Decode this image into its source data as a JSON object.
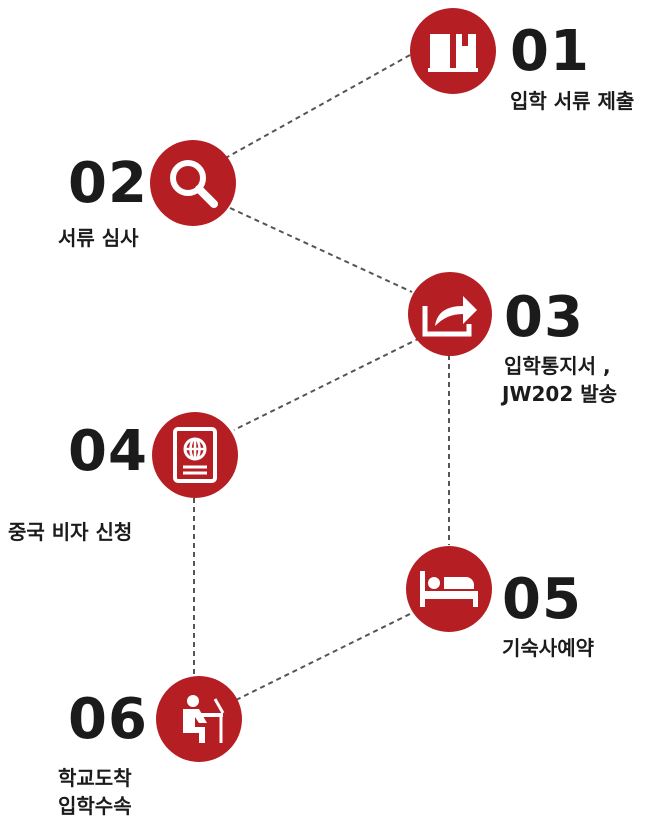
{
  "steps": [
    {
      "number": "01",
      "label": "입학 서류 제출",
      "icon": "book-icon"
    },
    {
      "number": "02",
      "label": "서류 심사",
      "icon": "magnifier-icon"
    },
    {
      "number": "03",
      "label_line1": "입학통지서 ,",
      "label_line2": "JW202 발송",
      "icon": "share-arrow-icon"
    },
    {
      "number": "04",
      "label": "중국 비자 신청",
      "icon": "passport-icon"
    },
    {
      "number": "05",
      "label": "기숙사예약",
      "icon": "bed-icon"
    },
    {
      "number": "06",
      "label_line1": "학교도착",
      "label_line2": "입학수속",
      "icon": "student-desk-icon"
    }
  ],
  "colors": {
    "accent": "#b51f24",
    "text": "#1b1b1b",
    "connector": "#555555"
  }
}
